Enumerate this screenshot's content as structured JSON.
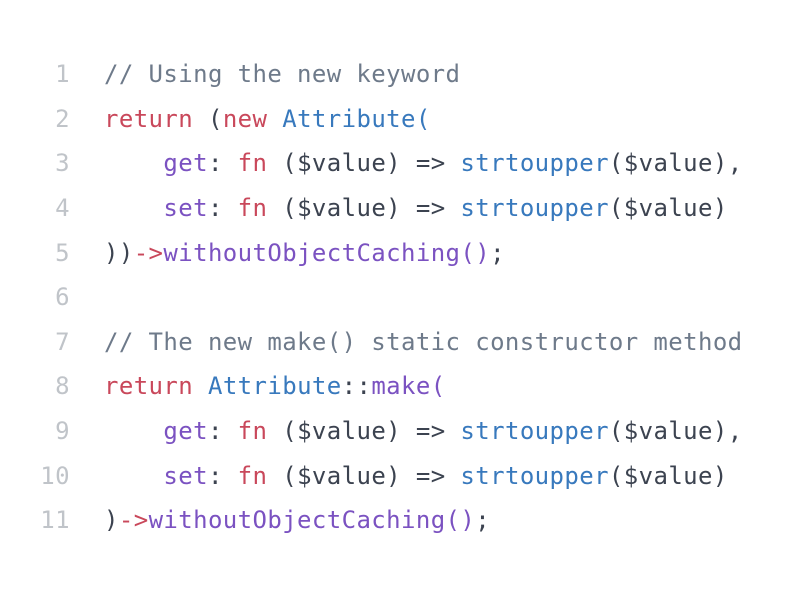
{
  "colors": {
    "background": "#ffffff",
    "line_number": "#c0c4c9",
    "comment": "#6e7a8a",
    "keyword_red": "#c9485b",
    "class_blue": "#3879bd",
    "method_purple": "#7b52c1",
    "punctuation_dark": "#3c4350"
  },
  "editor": {
    "language": "php",
    "lines": [
      {
        "num": "1",
        "tokens": [
          {
            "t": "// Using the new keyword",
            "c": "cmt"
          }
        ]
      },
      {
        "num": "2",
        "tokens": [
          {
            "t": "return",
            "c": "kw"
          },
          {
            "t": " (",
            "c": "pun"
          },
          {
            "t": "new",
            "c": "kw"
          },
          {
            "t": " ",
            "c": "pun"
          },
          {
            "t": "Attribute(",
            "c": "type"
          }
        ]
      },
      {
        "num": "3",
        "tokens": [
          {
            "t": "    ",
            "c": "pun"
          },
          {
            "t": "get",
            "c": "fn"
          },
          {
            "t": ": ",
            "c": "pun"
          },
          {
            "t": "fn",
            "c": "kw"
          },
          {
            "t": " ($value) => ",
            "c": "pun"
          },
          {
            "t": "strtoupper",
            "c": "type"
          },
          {
            "t": "($value),",
            "c": "pun"
          }
        ]
      },
      {
        "num": "4",
        "tokens": [
          {
            "t": "    ",
            "c": "pun"
          },
          {
            "t": "set",
            "c": "fn"
          },
          {
            "t": ": ",
            "c": "pun"
          },
          {
            "t": "fn",
            "c": "kw"
          },
          {
            "t": " ($value) => ",
            "c": "pun"
          },
          {
            "t": "strtoupper",
            "c": "type"
          },
          {
            "t": "($value)",
            "c": "pun"
          }
        ]
      },
      {
        "num": "5",
        "tokens": [
          {
            "t": "))",
            "c": "pun"
          },
          {
            "t": "->",
            "c": "kw"
          },
          {
            "t": "withoutObjectCaching()",
            "c": "fn"
          },
          {
            "t": ";",
            "c": "pun"
          }
        ]
      },
      {
        "num": "6",
        "tokens": []
      },
      {
        "num": "7",
        "tokens": [
          {
            "t": "// The new make() static constructor method",
            "c": "cmt"
          }
        ]
      },
      {
        "num": "8",
        "tokens": [
          {
            "t": "return",
            "c": "kw"
          },
          {
            "t": " ",
            "c": "pun"
          },
          {
            "t": "Attribute",
            "c": "type"
          },
          {
            "t": "::",
            "c": "pun"
          },
          {
            "t": "make(",
            "c": "fn"
          }
        ]
      },
      {
        "num": "9",
        "tokens": [
          {
            "t": "    ",
            "c": "pun"
          },
          {
            "t": "get",
            "c": "fn"
          },
          {
            "t": ": ",
            "c": "pun"
          },
          {
            "t": "fn",
            "c": "kw"
          },
          {
            "t": " ($value) => ",
            "c": "pun"
          },
          {
            "t": "strtoupper",
            "c": "type"
          },
          {
            "t": "($value),",
            "c": "pun"
          }
        ]
      },
      {
        "num": "10",
        "tokens": [
          {
            "t": "    ",
            "c": "pun"
          },
          {
            "t": "set",
            "c": "fn"
          },
          {
            "t": ": ",
            "c": "pun"
          },
          {
            "t": "fn",
            "c": "kw"
          },
          {
            "t": " ($value) => ",
            "c": "pun"
          },
          {
            "t": "strtoupper",
            "c": "type"
          },
          {
            "t": "($value)",
            "c": "pun"
          }
        ]
      },
      {
        "num": "11",
        "tokens": [
          {
            "t": ")",
            "c": "pun"
          },
          {
            "t": "->",
            "c": "kw"
          },
          {
            "t": "withoutObjectCaching()",
            "c": "fn"
          },
          {
            "t": ";",
            "c": "pun"
          }
        ]
      }
    ]
  }
}
